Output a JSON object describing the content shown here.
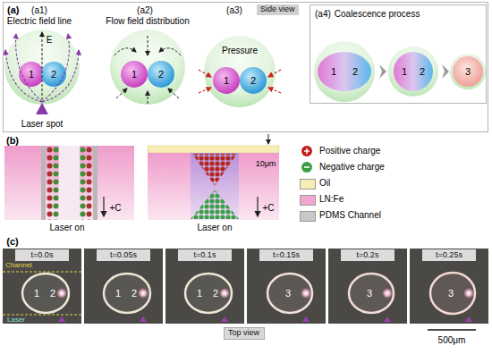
{
  "diagram": {
    "nodes": [
      {
        "text": [
          "(a)"
        ]
      },
      {
        "text": [
          "Side view"
        ],
        "in": 0
      },
      {
        "text": [
          "(a4)",
          "Coalescence process"
        ],
        "in": 0
      },
      {
        "text": [
          "t=0.0s",
          "Channel",
          "1",
          "2",
          "Laser"
        ]
      },
      {
        "text": [
          "t=0.05s",
          "1",
          "2"
        ]
      },
      {
        "text": [
          "t=0.1s",
          "1",
          "2"
        ]
      },
      {
        "text": [
          "t=0.15s",
          "3"
        ]
      },
      {
        "text": [
          "t=0.2s",
          "3"
        ]
      },
      {
        "text": [
          "t=0.25s",
          "3"
        ]
      },
      {
        "text": [
          "Top view"
        ]
      }
    ],
    "labels": [
      "(a1)",
      "Electric field line",
      "E",
      "1",
      "2",
      "Laser spot",
      "(a2)",
      "Flow field distribution",
      "1",
      "2",
      "(a3)",
      "Pressure",
      "1",
      "2",
      "1",
      "2",
      "1",
      "2",
      "3",
      "(b)",
      "10μm",
      "Laser on",
      "+C",
      "Laser on",
      "+C",
      "(c)",
      "500μm"
    ],
    "legend": [
      {
        "text": "Positive charge"
      },
      {
        "text": "Negative charge"
      },
      {
        "text": "Oil",
        "color": "#f6eeb4"
      },
      {
        "text": "LN:Fe",
        "color": "#f0a6cf"
      },
      {
        "text": "PDMS Channel",
        "color": "#c8c8c8"
      }
    ]
  }
}
